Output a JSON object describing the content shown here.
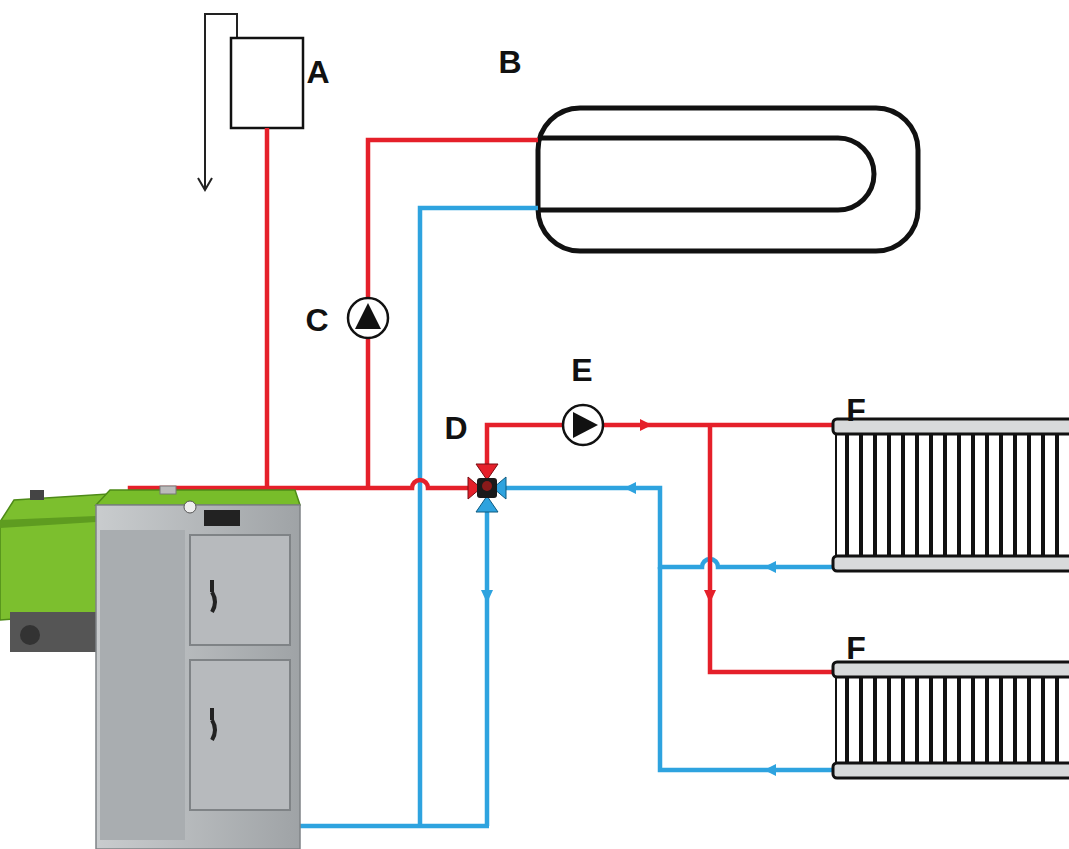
{
  "diagram": {
    "labels": [
      "A",
      "B",
      "C",
      "D",
      "E",
      "F",
      "F"
    ]
  }
}
